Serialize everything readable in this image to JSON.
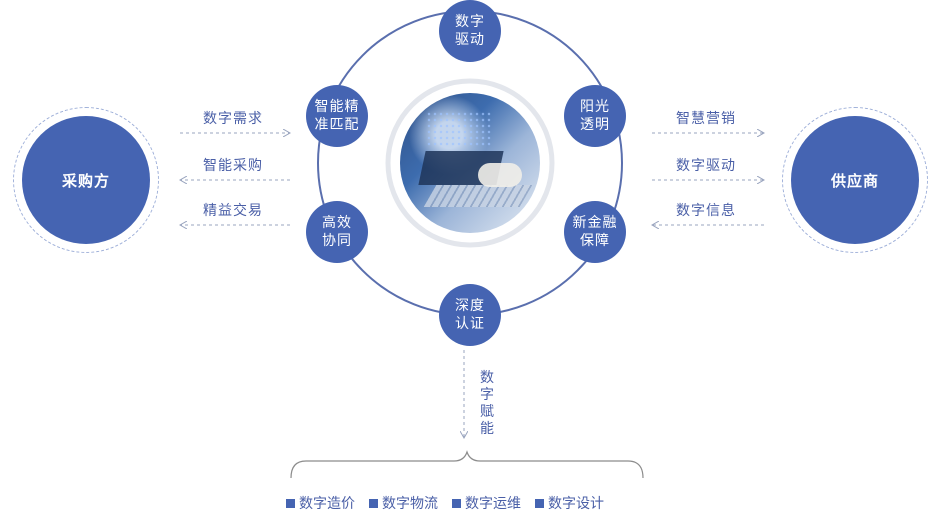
{
  "center_nodes": [
    {
      "id": "top",
      "label": "数字\n驱动"
    },
    {
      "id": "upper-right",
      "label": "阳光\n透明"
    },
    {
      "id": "lower-right",
      "label": "新金融\n保障"
    },
    {
      "id": "bottom",
      "label": "深度\n认证"
    },
    {
      "id": "lower-left",
      "label": "高效\n协同"
    },
    {
      "id": "upper-left",
      "label": "智能精\n准匹配"
    }
  ],
  "buyer": {
    "label": "采购方"
  },
  "supplier": {
    "label": "供应商"
  },
  "buyer_flows": [
    {
      "label": "数字需求",
      "direction": "to-center"
    },
    {
      "label": "智能采购",
      "direction": "to-buyer"
    },
    {
      "label": "精益交易",
      "direction": "to-buyer"
    }
  ],
  "supplier_flows": [
    {
      "label": "智慧营销",
      "direction": "to-supplier"
    },
    {
      "label": "数字驱动",
      "direction": "to-supplier"
    },
    {
      "label": "数字信息",
      "direction": "to-center"
    }
  ],
  "down_flow": {
    "label": "数字赋能"
  },
  "services": [
    "数字造价",
    "数字物流",
    "数字运维",
    "数字设计"
  ],
  "colors": {
    "primary": "#4564b2",
    "text": "#4a5fa7",
    "ring": "#5a6fae",
    "dash": "#9aa5bf"
  }
}
